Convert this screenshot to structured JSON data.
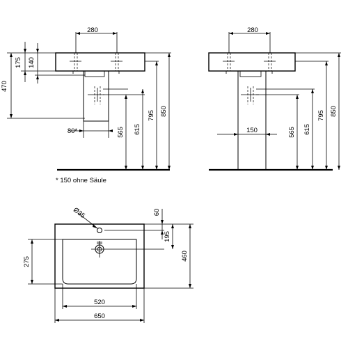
{
  "left_view": {
    "dim_280": "280",
    "dim_175": "175",
    "dim_140": "140",
    "dim_470": "470",
    "dim_80": "80*",
    "dim_565": "565",
    "dim_615": "615",
    "dim_795": "795",
    "dim_850": "850"
  },
  "right_view": {
    "dim_280": "280",
    "dim_150": "150",
    "dim_565": "565",
    "dim_615": "615",
    "dim_795": "795",
    "dim_850": "850"
  },
  "footnote": "* 150 ohne Säule",
  "plan_view": {
    "dim_diameter": "Ø35",
    "dim_60": "60",
    "dim_195": "195",
    "dim_275": "275",
    "dim_460": "460",
    "dim_520": "520",
    "dim_650": "650"
  }
}
